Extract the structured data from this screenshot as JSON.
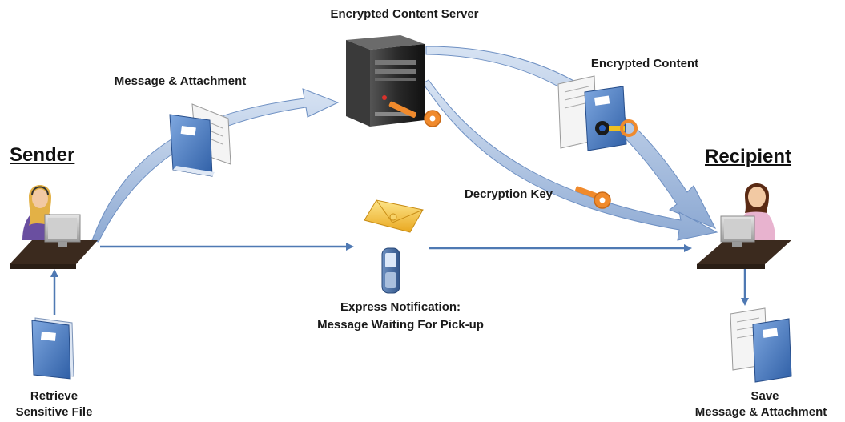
{
  "roles": {
    "sender": "Sender",
    "recipient": "Recipient"
  },
  "labels": {
    "server": "Encrypted Content Server",
    "message_attachment": "Message & Attachment",
    "encrypted_content": "Encrypted Content",
    "decryption_key": "Decryption Key",
    "notification_line1": "Express Notification:",
    "notification_line2": "Message Waiting For Pick-up",
    "retrieve_line1": "Retrieve",
    "retrieve_line2": "Sensitive File",
    "save_line1": "Save",
    "save_line2": "Message & Attachment"
  },
  "colors": {
    "arrow_fill": "#a9c2e4",
    "arrow_stroke": "#4f79b3",
    "folder_blue": "#4a7cc4",
    "key_orange": "#f08a2c",
    "envelope_yellow": "#f5c842",
    "server_dark": "#2e2e2e"
  }
}
